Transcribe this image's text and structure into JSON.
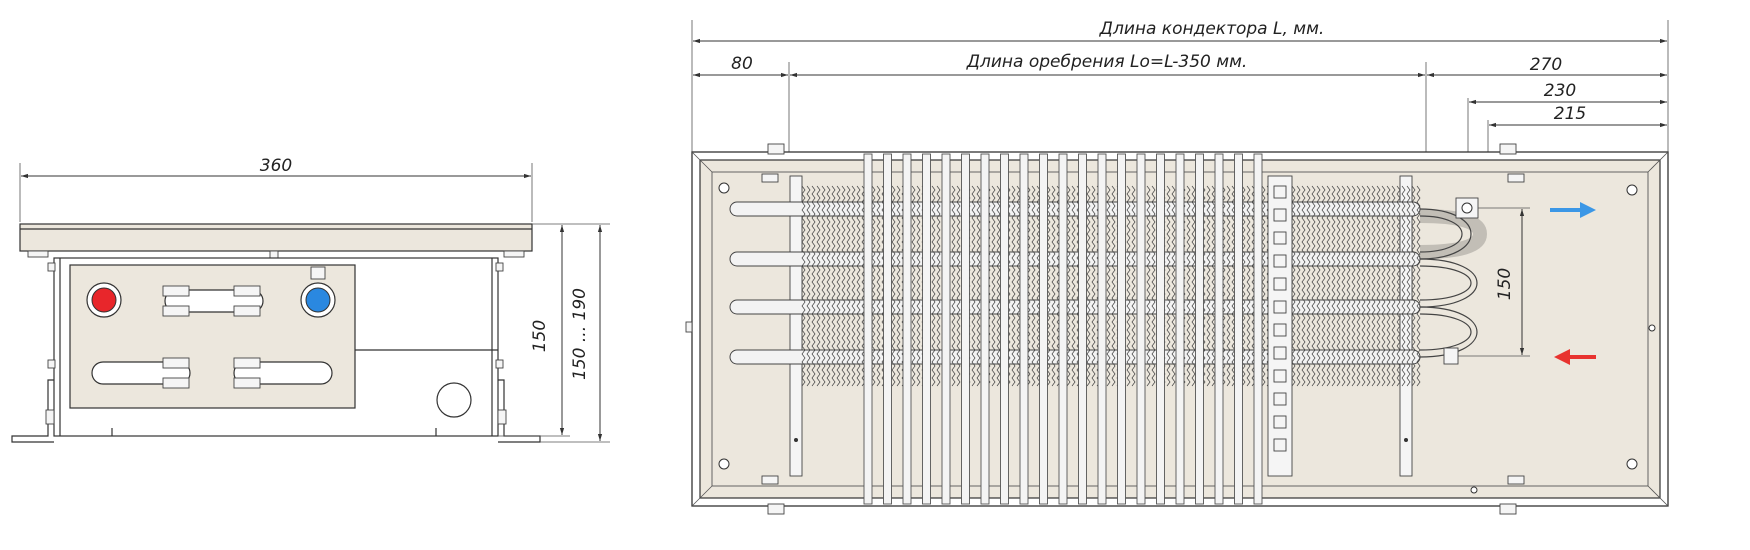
{
  "labels": {
    "width_360": "360",
    "height_150": "150",
    "height_150_190": "150 ... 190",
    "convector_length": "Длина кондектора L, мм.",
    "fin_length": "Длина оребрения Lo=L-350 мм.",
    "offset_80": "80",
    "offset_270": "270",
    "offset_230": "230",
    "offset_215": "215",
    "pipe_spacing_150": "150"
  },
  "colors": {
    "body": "#ece7dd",
    "outline": "#333333",
    "hot_pipe": "#e8262b",
    "cold_pipe": "#2a88e0",
    "arrow_out": "#3b97e6",
    "arrow_in": "#e8332f"
  },
  "icons": {
    "hot_connection": "red-circle-icon",
    "cold_connection": "blue-circle-icon",
    "flow_out": "arrow-right-icon",
    "flow_in": "arrow-left-icon"
  }
}
